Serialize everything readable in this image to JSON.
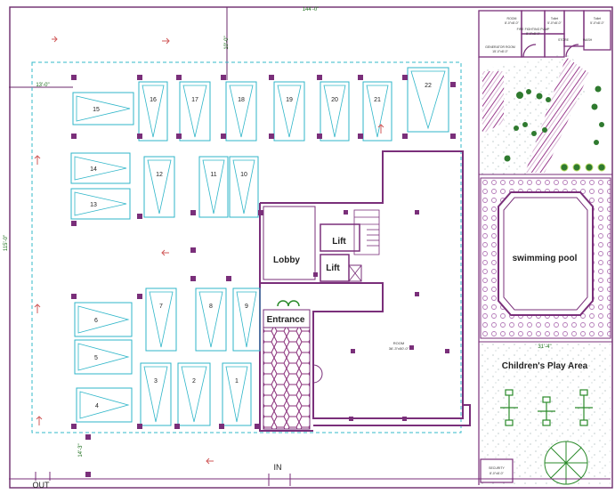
{
  "plan": {
    "dim_top": "144'-0\"",
    "dim_left": "115'-0\"",
    "dim_left_setback": "13'-0\"",
    "dim_top_setback": "10'-0\"",
    "dim_pool": "31'-4\"",
    "dim_bottom_setback": "14'-3\"",
    "lobby": "Lobby",
    "lift_1": "Lift",
    "lift_2": "Lift",
    "entrance": "Entrance",
    "room": "ROOM",
    "room_size": "36'-3\"x50'-0\"",
    "swimming_pool": "swimming pool",
    "play_area": "Children's Play Area",
    "gate_in": "IN",
    "gate_out": "OUT",
    "generator_room": "GENERATOR ROOM",
    "generator_room_size": "15'-0\"x8'-0\"",
    "small_room": "ROOM",
    "small_room_size": "8'-0\"x8'-0\"",
    "pump_room": "FIRE FIGHTING PUMP",
    "pump_room_size": "8'-0\"x8'-0\"",
    "toilet_1": "Toilet",
    "toilet_1_size": "5'-0\"x8'-0\"",
    "toilet_2": "Toilet",
    "toilet_2_size": "5'-0\"x8'-0\"",
    "store": "STORE",
    "wash": "WASH",
    "security": "SECURITY",
    "security_size": "8'-0\"x8'-0\""
  },
  "parking_slots": [
    "1",
    "2",
    "3",
    "4",
    "5",
    "6",
    "7",
    "8",
    "9",
    "10",
    "11",
    "12",
    "13",
    "14",
    "15",
    "16",
    "17",
    "18",
    "19",
    "20",
    "21",
    "22"
  ]
}
